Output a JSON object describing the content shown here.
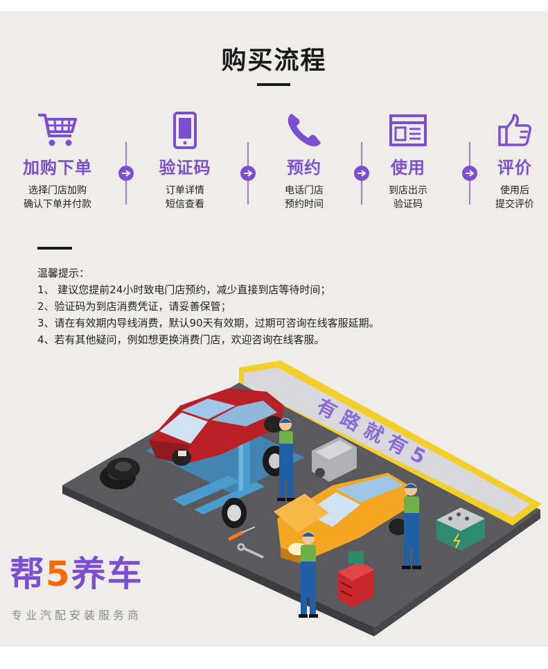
{
  "header": {
    "title": "购买流程"
  },
  "steps": [
    {
      "label": "加购下单",
      "desc1": "选择门店加购",
      "desc2": "确认下单并付款",
      "icon": "shopping-cart-icon"
    },
    {
      "label": "验证码",
      "desc1": "订单详情",
      "desc2": "短信查看",
      "icon": "smartphone-icon"
    },
    {
      "label": "预约",
      "desc1": "电话门店",
      "desc2": "预约时间",
      "icon": "phone-handset-icon"
    },
    {
      "label": "使用",
      "desc1": "到店出示",
      "desc2": "验证码",
      "icon": "browser-window-icon"
    },
    {
      "label": "评价",
      "desc1": "使用后",
      "desc2": "提交评价",
      "icon": "thumbs-up-icon"
    }
  ],
  "tips": {
    "heading": "温馨提示：",
    "items": [
      "1、 建议您提前24小时致电门店预约，减少直接到店等待时间；",
      "2、验证码为到店消费凭证，请妥善保管；",
      "3、请在有效期内导线消费，默认90天有效期，过期可咨询在线客服延期。",
      "4、若有其他疑问，例如想更换消费门店，欢迎咨询在线客服。"
    ]
  },
  "banner": {
    "text": "有路就有5"
  },
  "brand": {
    "name_part1": "帮",
    "name_part2": "5",
    "name_part3": "养车",
    "slogan": "专业汽配安装服务商"
  },
  "colors": {
    "accent": "#7b4fcf",
    "brand_orange": "#ff6a00",
    "panel_bg": "#efedea"
  }
}
